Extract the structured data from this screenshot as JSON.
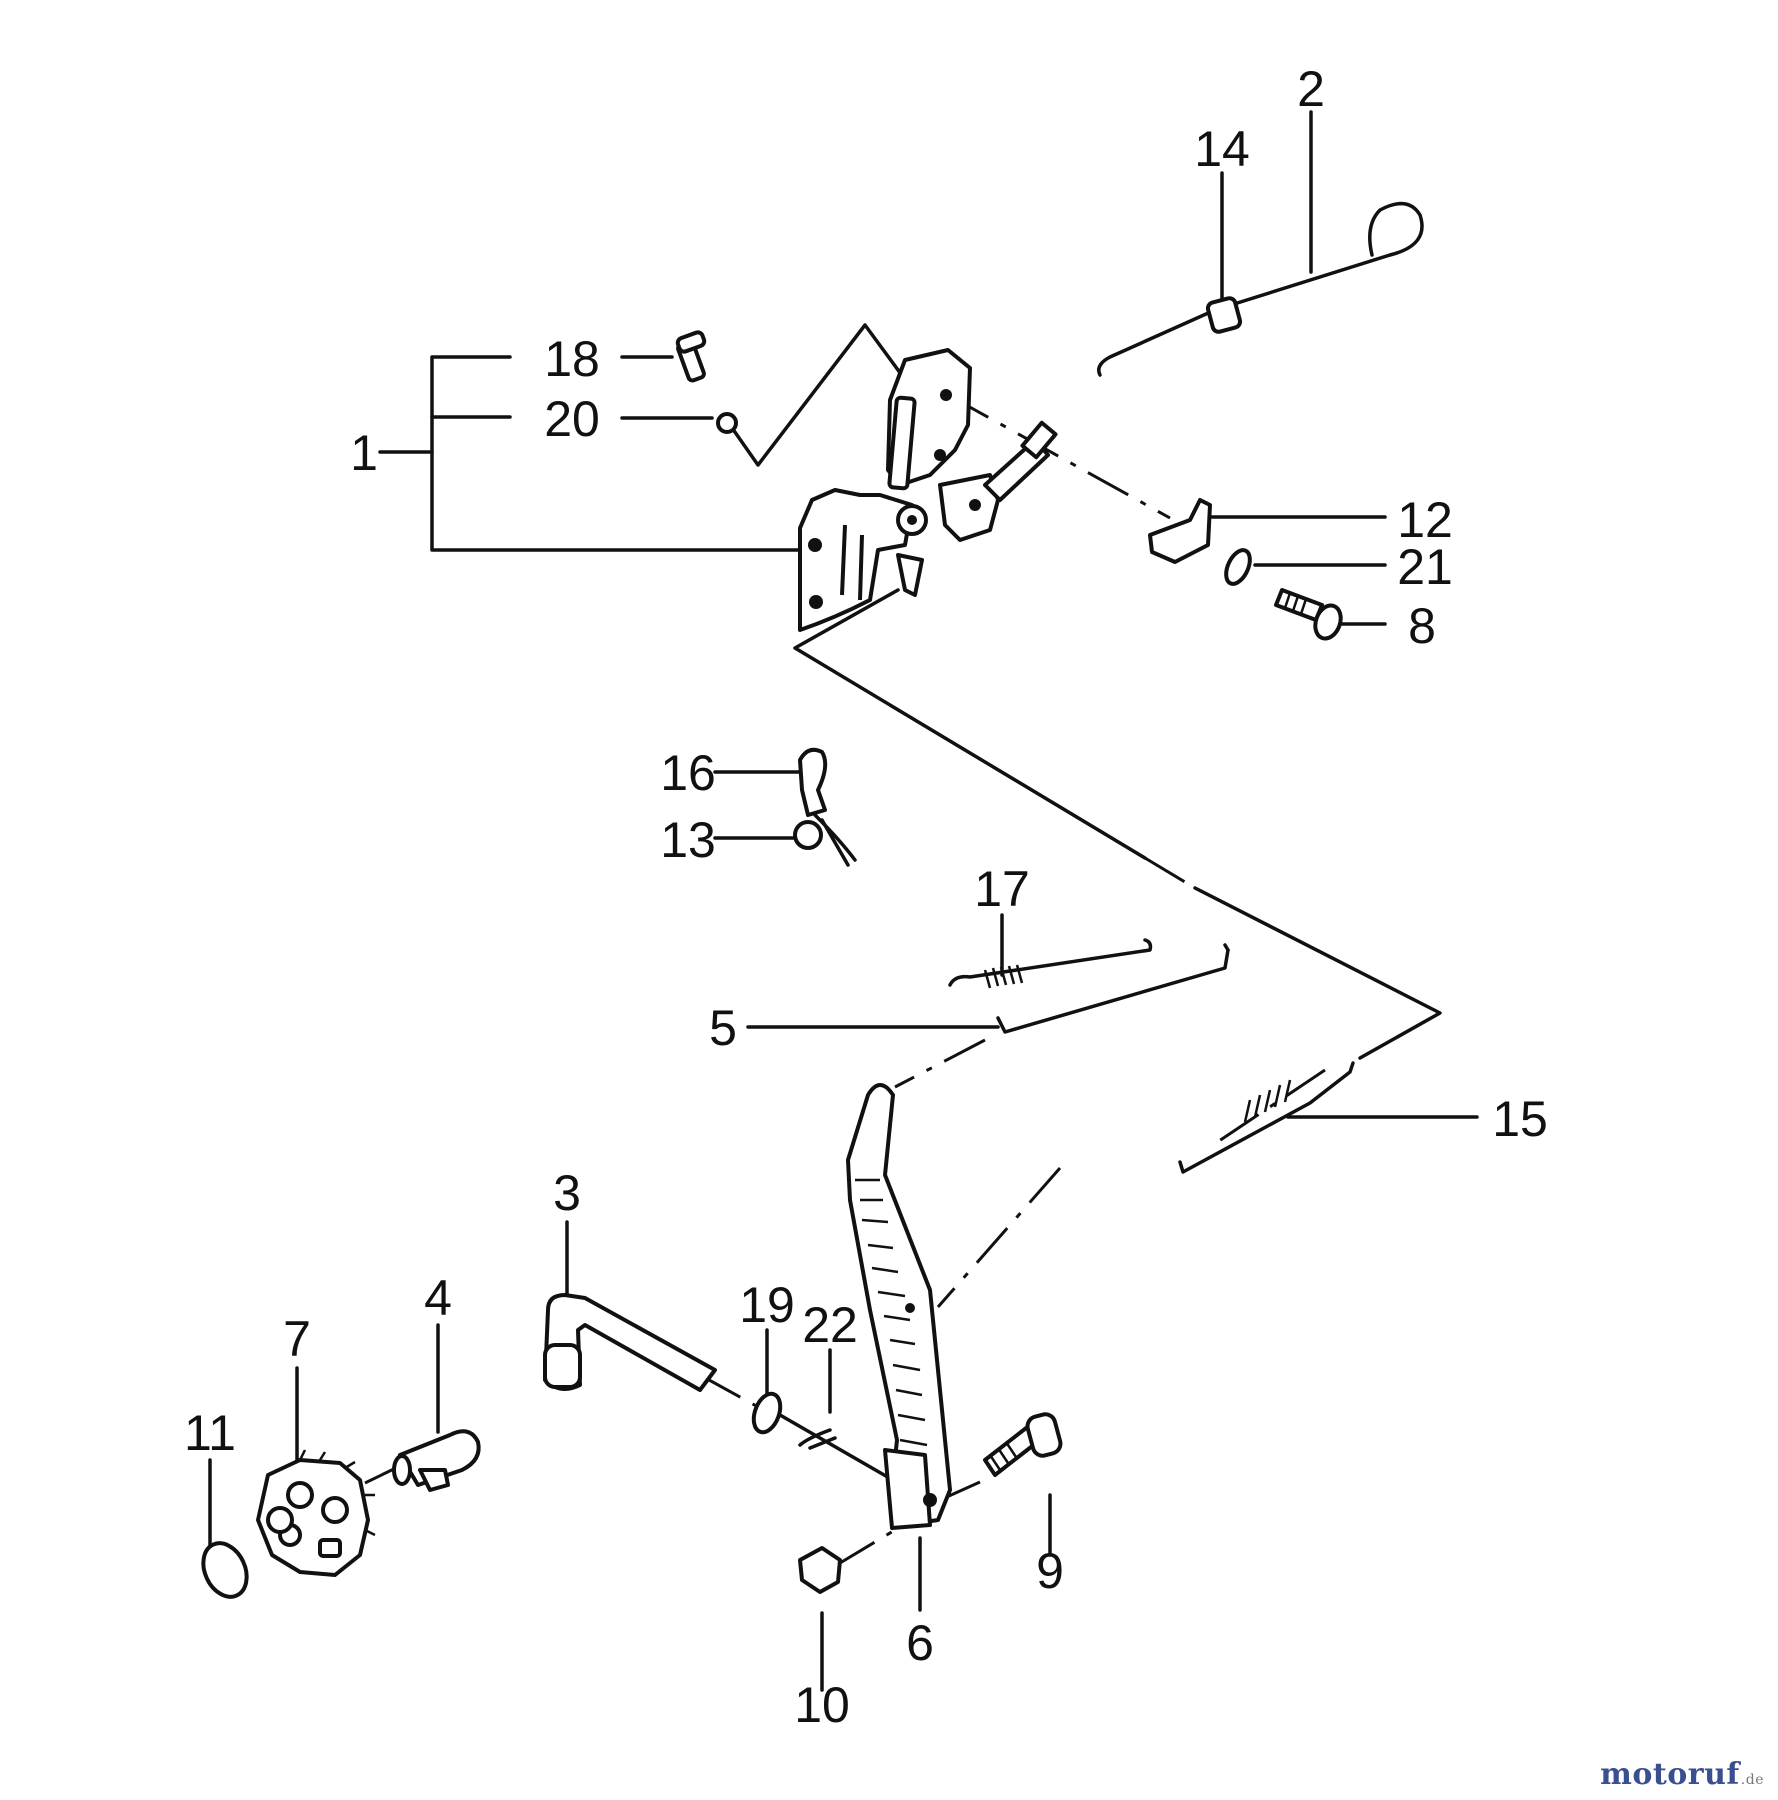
{
  "diagram": {
    "callouts": [
      {
        "id": "1",
        "label": "1"
      },
      {
        "id": "2",
        "label": "2"
      },
      {
        "id": "3",
        "label": "3"
      },
      {
        "id": "4",
        "label": "4"
      },
      {
        "id": "5",
        "label": "5"
      },
      {
        "id": "6",
        "label": "6"
      },
      {
        "id": "7",
        "label": "7"
      },
      {
        "id": "8",
        "label": "8"
      },
      {
        "id": "9",
        "label": "9"
      },
      {
        "id": "10",
        "label": "10"
      },
      {
        "id": "11",
        "label": "11"
      },
      {
        "id": "12",
        "label": "12"
      },
      {
        "id": "13",
        "label": "13"
      },
      {
        "id": "14",
        "label": "14"
      },
      {
        "id": "15",
        "label": "15"
      },
      {
        "id": "16",
        "label": "16"
      },
      {
        "id": "17",
        "label": "17"
      },
      {
        "id": "18",
        "label": "18"
      },
      {
        "id": "19",
        "label": "19"
      },
      {
        "id": "20",
        "label": "20"
      },
      {
        "id": "21",
        "label": "21"
      },
      {
        "id": "22",
        "label": "22"
      }
    ]
  },
  "watermark": {
    "brand": "motoruf",
    "suffix": ".de"
  }
}
